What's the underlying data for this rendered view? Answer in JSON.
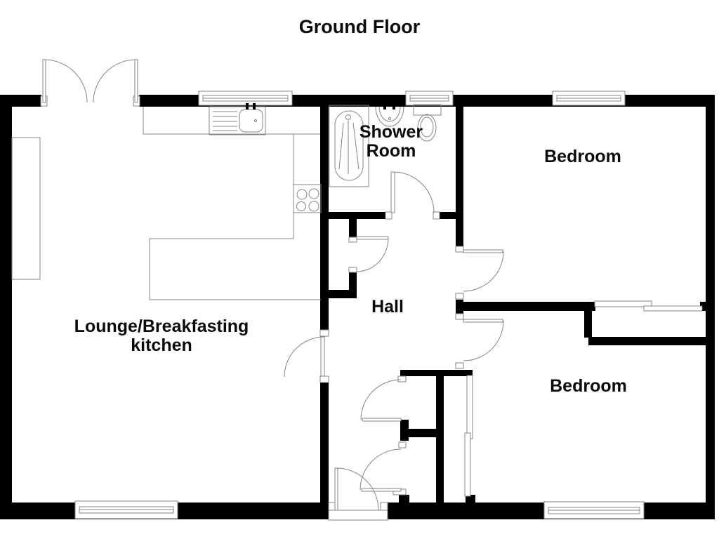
{
  "title": "Ground Floor",
  "rooms": {
    "lounge": {
      "line1": "Lounge/Breakfasting",
      "line2": "kitchen"
    },
    "shower_room": {
      "line1": "Shower",
      "line2": "Room"
    },
    "hall": {
      "label": "Hall"
    },
    "bedroom_top": {
      "label": "Bedroom"
    },
    "bedroom_bottom": {
      "label": "Bedroom"
    }
  },
  "colors": {
    "wall": "#000000",
    "fixture_line": "#848484",
    "text": "#0a0a0a",
    "background": "#ffffff"
  }
}
